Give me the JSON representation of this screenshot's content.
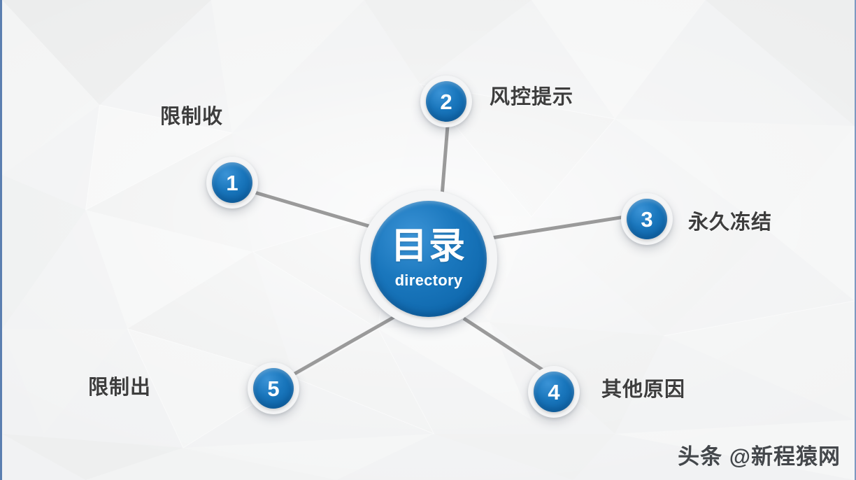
{
  "slide": {
    "hub": {
      "title": "目录",
      "subtitle": "directory"
    },
    "nodes": [
      {
        "number": "1",
        "label": "限制收"
      },
      {
        "number": "2",
        "label": "风控提示"
      },
      {
        "number": "3",
        "label": "永久冻结"
      },
      {
        "number": "4",
        "label": "其他原因"
      },
      {
        "number": "5",
        "label": "限制出"
      }
    ],
    "watermark": "头条 @新程猿网",
    "colors": {
      "node_blue": "#1570b8",
      "node_blue_light": "#3b93d6",
      "node_ring": "#f4f5f6",
      "connector_gray": "#9a9a9a",
      "label_text": "#3d3d3d",
      "background": "#f2f3f4",
      "frame_border": "#5b7fb0"
    }
  }
}
